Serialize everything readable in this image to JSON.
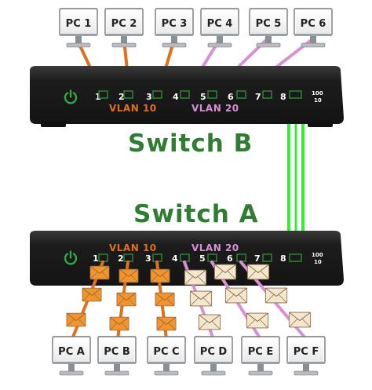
{
  "switch_b": {
    "title": "Switch B",
    "vlan_10_label": "VLAN 10",
    "vlan_20_label": "VLAN 20",
    "port_numbers": [
      "1",
      "2",
      "3",
      "4",
      "5",
      "6",
      "7",
      "8"
    ],
    "speed_labels": [
      "100",
      "10"
    ],
    "pcs": [
      "PC 1",
      "PC 2",
      "PC 3",
      "PC 4",
      "PC 5",
      "PC 6"
    ]
  },
  "switch_a": {
    "title": "Switch A",
    "vlan_10_label": "VLAN 10",
    "vlan_20_label": "VLAN 20",
    "port_numbers": [
      "1",
      "2",
      "3",
      "4",
      "5",
      "6",
      "7",
      "8"
    ],
    "speed_labels": [
      "100",
      "10"
    ],
    "pcs": [
      "PC A",
      "PC B",
      "PC C",
      "PC D",
      "PC E",
      "PC F"
    ]
  },
  "colors": {
    "vlan_10": "#e07020",
    "vlan_20": "#d98fd8",
    "trunk": "#33ee33",
    "led": "#2e7d32",
    "power": "#2ea84a",
    "switch_body": "#1e1e1e",
    "title": "#2e7d32"
  },
  "icons": {
    "power": "power-icon",
    "vlan10_packet": "envelope-icon-orange",
    "vlan20_packet": "envelope-icon-cream"
  }
}
